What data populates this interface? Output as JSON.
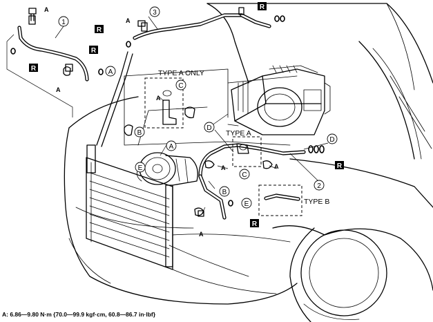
{
  "labels": {
    "part_1": "1",
    "part_2": "2",
    "part_3": "3",
    "a": "A",
    "b": "B",
    "c": "C",
    "d": "D",
    "e": "E",
    "r": "R",
    "type_a_only": "TYPE A ONLY",
    "type_a": "TYPE A",
    "type_b": "TYPE B"
  },
  "footnote": "A: 6.86—9.80 N·m {70.0—99.9 kgf·cm, 60.8—86.7 in·lbf}"
}
